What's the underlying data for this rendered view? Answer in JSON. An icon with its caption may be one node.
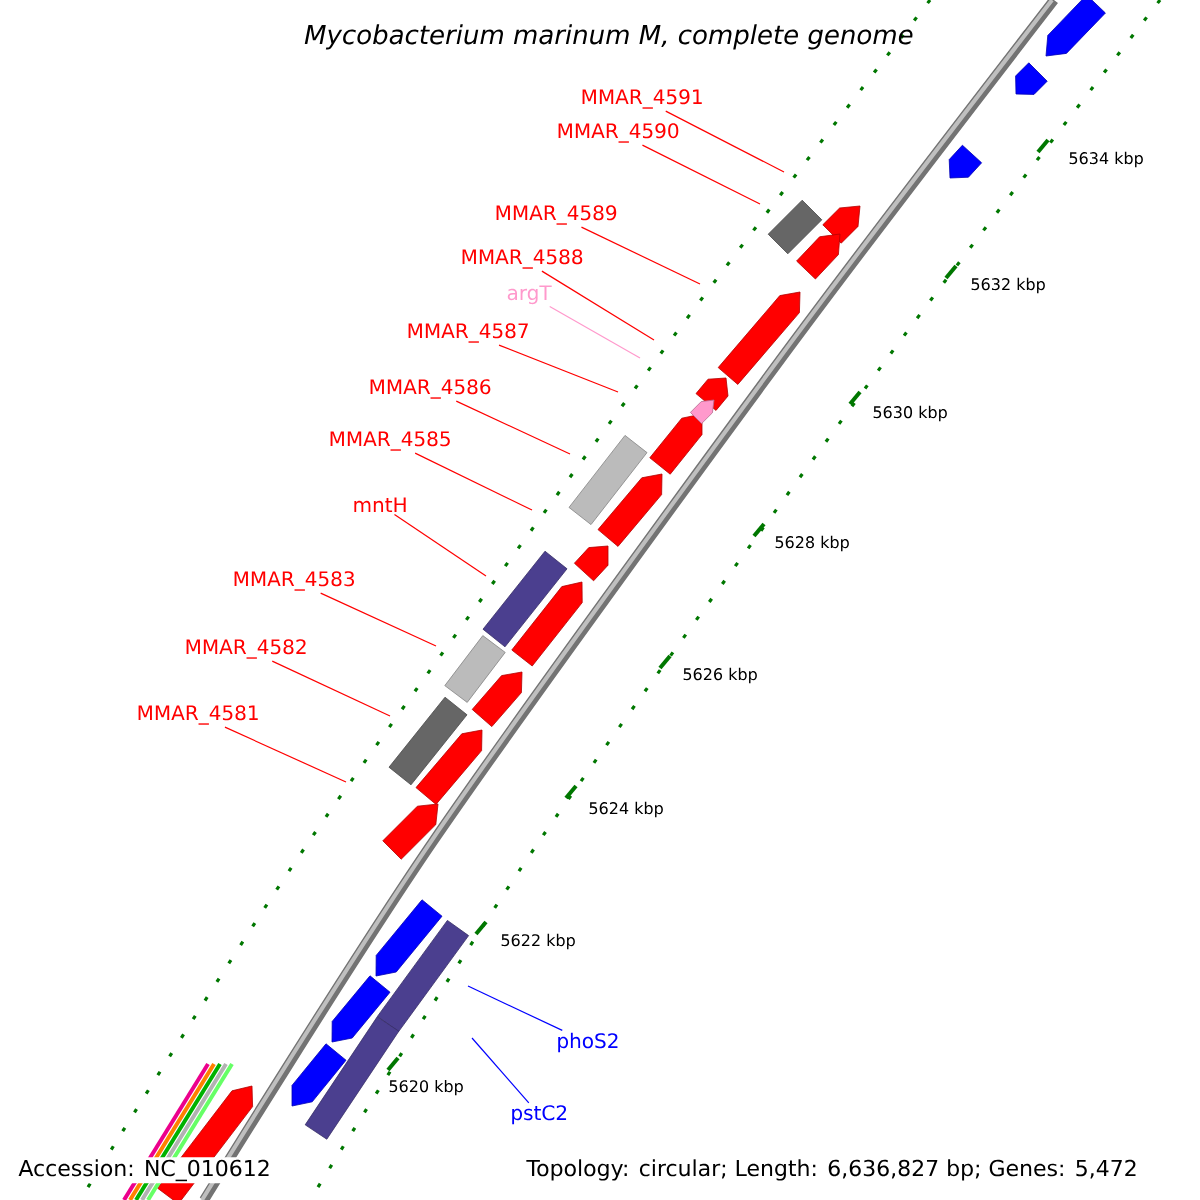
{
  "diagram": {
    "title": "Mycobacterium marinum M, complete genome",
    "nodes": [
      {
        "text": [
          "MMAR_4591"
        ]
      },
      {
        "text": [
          "MMAR_4590"
        ]
      },
      {
        "text": [
          "MMAR_4589"
        ]
      },
      {
        "text": [
          "MMAR_4588"
        ]
      },
      {
        "text": [
          "argT"
        ]
      },
      {
        "text": [
          "MMAR_4587"
        ]
      },
      {
        "text": [
          "MMAR_4586"
        ]
      },
      {
        "text": [
          "MMAR_4585"
        ]
      },
      {
        "text": [
          "mntH"
        ]
      },
      {
        "text": [
          "MMAR_4583"
        ]
      },
      {
        "text": [
          "MMAR_4582"
        ]
      },
      {
        "text": [
          "MMAR_4581"
        ]
      },
      {
        "text": [
          "phoS2"
        ]
      },
      {
        "text": [
          "pstC2"
        ]
      }
    ],
    "edges": [
      {
        "from": 0,
        "to": null,
        "arrow": "none"
      },
      {
        "from": 1,
        "to": null,
        "arrow": "none"
      },
      {
        "from": 2,
        "to": null,
        "arrow": "none"
      },
      {
        "from": 3,
        "to": null,
        "arrow": "none"
      },
      {
        "from": 4,
        "to": null,
        "arrow": "none",
        "color": "#ff99cc"
      },
      {
        "from": 5,
        "to": null,
        "arrow": "none"
      },
      {
        "from": 6,
        "to": null,
        "arrow": "none"
      },
      {
        "from": 7,
        "to": null,
        "arrow": "none"
      },
      {
        "from": 8,
        "to": null,
        "arrow": "none"
      },
      {
        "from": 9,
        "to": null,
        "arrow": "none"
      },
      {
        "from": 10,
        "to": null,
        "arrow": "none"
      },
      {
        "from": 11,
        "to": null,
        "arrow": "none"
      },
      {
        "from": 12,
        "to": null,
        "arrow": "none",
        "color": "#0000ff"
      },
      {
        "from": 13,
        "to": null,
        "arrow": "none",
        "color": "#0000ff"
      }
    ],
    "labels": [
      "5634 kbp",
      "5632 kbp",
      "5630 kbp",
      "5628 kbp",
      "5626 kbp",
      "5624 kbp",
      "5622 kbp",
      "5620 kbp",
      "Accession: NC_010612",
      "Topology: circular; Length: 6,636,827 bp; Genes: 5,472"
    ]
  }
}
